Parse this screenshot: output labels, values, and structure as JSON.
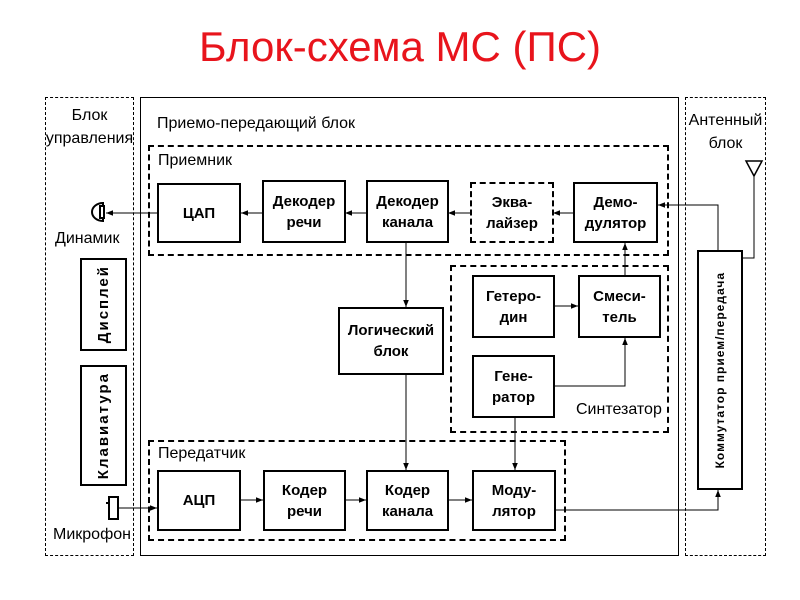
{
  "title": "Блок-схема МС (ПС)",
  "control_block": {
    "label": [
      "Блок",
      "управления"
    ],
    "speaker": "Динамик",
    "display": "Дисплей",
    "keyboard": "Клавиатура",
    "microphone": "Микрофон"
  },
  "transceiver": {
    "label": "Приемо-передающий блок"
  },
  "receiver": {
    "label": "Приемник",
    "dac": "ЦАП",
    "speech_decoder": [
      "Декодер",
      "речи"
    ],
    "channel_decoder": [
      "Декодер",
      "канала"
    ],
    "equalizer": [
      "Эква-",
      "лайзер"
    ],
    "demodulator": [
      "Демо-",
      "дулятор"
    ]
  },
  "logic_block": [
    "Логический",
    "блок"
  ],
  "synthesizer": {
    "label": "Синтезатор",
    "heterodyne": [
      "Гетеро-",
      "дин"
    ],
    "mixer": [
      "Смеси-",
      "тель"
    ],
    "generator": [
      "Гене-",
      "ратор"
    ]
  },
  "transmitter": {
    "label": "Передатчик",
    "adc": "АЦП",
    "speech_coder": [
      "Кодер",
      "речи"
    ],
    "channel_coder": [
      "Кодер",
      "канала"
    ],
    "modulator": [
      "Моду-",
      "лятор"
    ]
  },
  "antenna_block": {
    "label": [
      "Антенный",
      "блок"
    ],
    "switch": "Коммутатор прием/передача"
  },
  "colors": {
    "title": "#e8141c",
    "lines": "#000000"
  }
}
